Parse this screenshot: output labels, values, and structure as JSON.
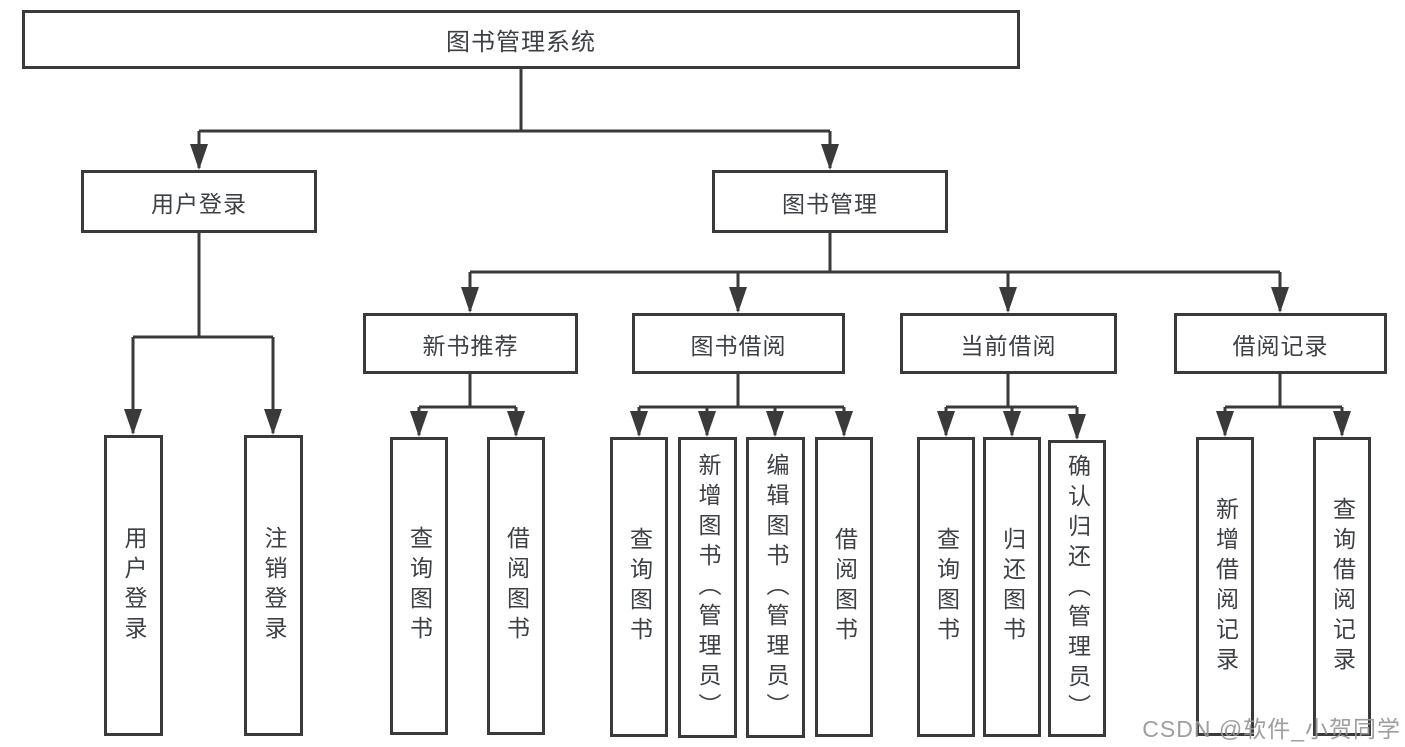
{
  "diagram_title": "图书管理系统",
  "colors": {
    "line": "#3a3a3a",
    "box_border": "#3a3a3a",
    "box_fill": "#ffffff",
    "text": "#3d4045",
    "watermark": "#969696"
  },
  "tree": {
    "label": "图书管理系统",
    "children": [
      {
        "label": "用户登录",
        "children": [
          {
            "label": "用户登录"
          },
          {
            "label": "注销登录"
          }
        ]
      },
      {
        "label": "图书管理",
        "children": [
          {
            "label": "新书推荐",
            "children": [
              {
                "label": "查询图书"
              },
              {
                "label": "借阅图书"
              }
            ]
          },
          {
            "label": "图书借阅",
            "children": [
              {
                "label": "查询图书"
              },
              {
                "label": "新增图书（管理员）"
              },
              {
                "label": "编辑图书（管理员）"
              },
              {
                "label": "借阅图书"
              }
            ]
          },
          {
            "label": "当前借阅",
            "children": [
              {
                "label": "查询图书"
              },
              {
                "label": "归还图书"
              },
              {
                "label": "确认归还（管理员）"
              }
            ]
          },
          {
            "label": "借阅记录",
            "children": [
              {
                "label": "新增借阅记录"
              },
              {
                "label": "查询借阅记录"
              }
            ]
          }
        ]
      }
    ]
  },
  "watermark": {
    "text": "CSDN @软件_小贺同学"
  }
}
